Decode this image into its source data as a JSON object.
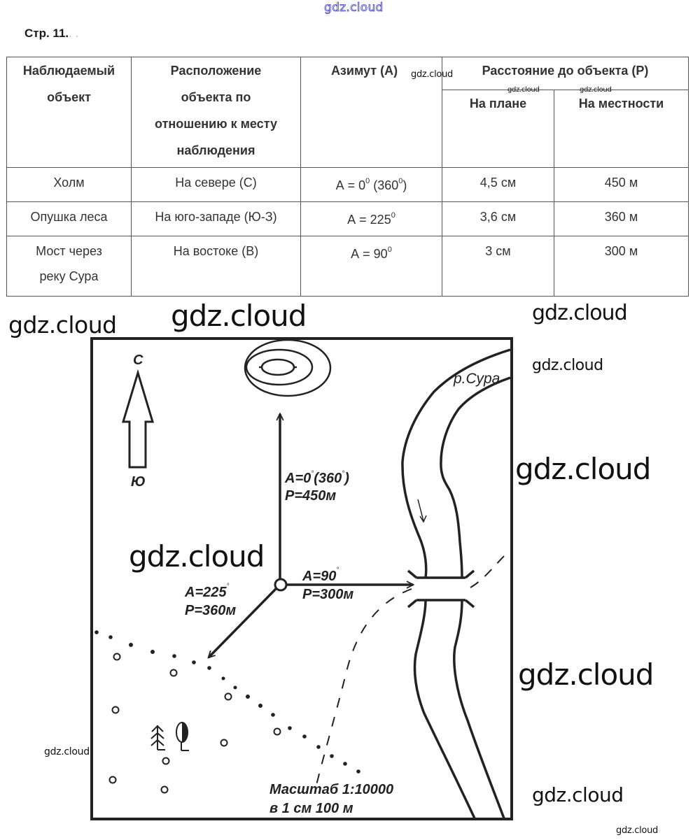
{
  "page": {
    "top_watermark": "gdz.cloud",
    "page_number": "Стр. 11.",
    "page_number_trailing": ". ."
  },
  "table": {
    "headers": {
      "object": "Наблюдаемый объект",
      "object_line1": "Наблюдаемый",
      "object_line2": "объект",
      "location_line1": "Расположение",
      "location_line2": "объекта по",
      "location_line3": "отношению к месту",
      "location_line4": "наблюдения",
      "azimuth": "Азимут (А)",
      "distance": "Расстояние до объекта (Р)",
      "on_plan": "На плане",
      "on_ground": "На местности"
    },
    "rows": [
      {
        "object": "Холм",
        "object_line2": "",
        "location": "На севере (С)",
        "azimuth": "А = 0",
        "azimuth_deg": "0",
        "azimuth_extra": " (360",
        "azimuth_extra_deg": "0",
        "azimuth_close": ")",
        "plan": "4,5 см",
        "ground": "450 м"
      },
      {
        "object": "Опушка леса",
        "object_line2": "",
        "location": "На юго-западе (Ю-З)",
        "azimuth": "А = 225",
        "azimuth_deg": "0",
        "plan": "3,6 см",
        "ground": "360 м"
      },
      {
        "object": "Мост через",
        "object_line2": "реку Сура",
        "location": "На востоке (В)",
        "azimuth": "А = 90",
        "azimuth_deg": "0",
        "plan": "3 см",
        "ground": "300 м"
      }
    ]
  },
  "map": {
    "compass_north": "С",
    "compass_south": "Ю",
    "river_label": "р.Сура",
    "hill": {
      "azimuth_label": "А=0",
      "azimuth_extra": "(360",
      "close": ")",
      "distance_label": "Р=450м",
      "azimuth": 0,
      "distance_m": 450
    },
    "forest_edge": {
      "azimuth_label": "А=225",
      "distance_label": "Р=360м",
      "azimuth": 225,
      "distance_m": 360
    },
    "bridge": {
      "azimuth_label": "А=90",
      "distance_label": "Р=300м",
      "azimuth": 90,
      "distance_m": 300
    },
    "scale_line1": "Масштаб 1:10000",
    "scale_line2": "в 1 см 100 м",
    "degree_symbol": "°"
  },
  "watermarks": {
    "w1": "gdz.cloud",
    "w2": "gdz.cloud",
    "w3": "gdz.cloud",
    "w4": "gdz.cloud",
    "w5": "gdz.cloud",
    "w6": "gdz.cloud",
    "w7": "gdz.cloud",
    "w8": "gdz.cloud",
    "w9": "gdz.cloud",
    "w10": "gdz.cloud",
    "w11": "gdz.cloud",
    "w12": "gdz.cloud",
    "w13": "gdz.cloud"
  },
  "colors": {
    "ink": "#222222",
    "grid": "#555555",
    "top_watermark": "#3a3acc"
  }
}
